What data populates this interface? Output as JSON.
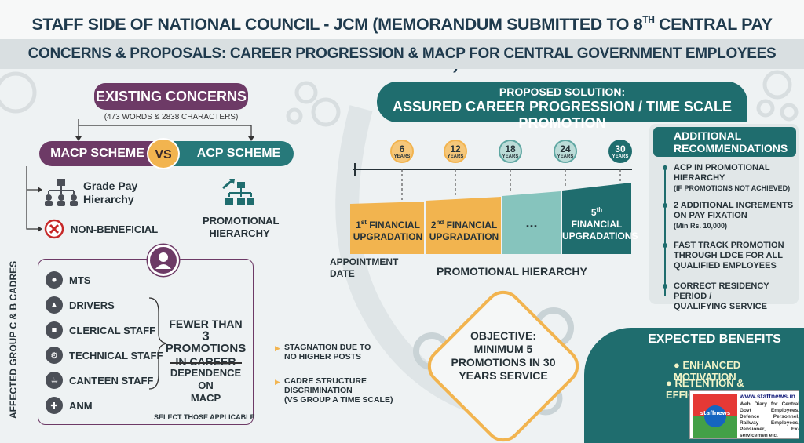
{
  "header": {
    "title_main": "STAFF SIDE OF NATIONAL COUNCIL - JCM (MEMORANDUM SUBMITTED TO 8",
    "title_sup": "TH",
    "title_end": " CENTRAL PAY COMMISSION)",
    "subtitle": "CONCERNS & PROPOSALS: CAREER PROGRESSION & MACP FOR CENTRAL GOVERNMENT EMPLOYEES"
  },
  "concerns": {
    "title": "EXISTING CONCERNS",
    "count": "(473 WORDS & 2838 CHARACTERS)",
    "macp": "MACP SCHEME",
    "vs": "VS",
    "acp": "ACP SCHEME",
    "grade_pay_1": "Grade Pay",
    "grade_pay_2": "Hierarchy",
    "non_beneficial": "NON-BENEFICIAL",
    "promotional_1": "PROMOTIONAL",
    "promotional_2": "HIERARCHY"
  },
  "affected": {
    "label": "AFFECTED GROUP C & B CADRES",
    "cadres": [
      "MTS",
      "DRIVERS",
      "CLERICAL STAFF",
      "TECHNICAL STAFF",
      "CANTEEN STAFF",
      "ANM"
    ],
    "fewer_1": "FEWER THAN",
    "fewer_num": "3",
    "fewer_2": "PROMOTIONS",
    "fewer_3": "IN CAREER",
    "depend_1": "DEPENDENCE ON",
    "depend_2": "MACP",
    "select": "SELECT THOSE APPLICABLE"
  },
  "issues": {
    "stagnation_1": "STAGNATION DUE TO",
    "stagnation_2": "NO HIGHER POSTS",
    "cadre_1": "CADRE STRUCTURE",
    "cadre_2": "DISCRIMINATION",
    "cadre_3": "(VS GROUP A TIME SCALE)"
  },
  "proposed": {
    "line1": "PROPOSED SOLUTION:",
    "line2": "ASSURED CAREER PROGRESSION / TIME SCALE PROMOTION",
    "years": [
      {
        "n": "6",
        "unit": "YEARS"
      },
      {
        "n": "12",
        "unit": "YEARS"
      },
      {
        "n": "18",
        "unit": "YEARS"
      },
      {
        "n": "24",
        "unit": "YEARS"
      },
      {
        "n": "30",
        "unit": "YEARS"
      }
    ],
    "step1_num": "1",
    "step1_sup": "st",
    "step1_a": " FINANCIAL",
    "step1_b": "UPGRADATION",
    "step2_num": "2",
    "step2_sup": "nd",
    "step2_a": " FINANCIAL",
    "step2_b": "UPGRADATION",
    "step3": "...",
    "step4_num": "5",
    "step4_sup": "th",
    "step4_a": "FINANCIAL",
    "step4_b": "UPGRADATIONS",
    "appointment_1": "APPOINTMENT",
    "appointment_2": "DATE",
    "promotional_hierarchy": "PROMOTIONAL HIERARCHY"
  },
  "recommendations": {
    "title_1": "ADDITIONAL",
    "title_2": "RECOMMENDATIONS",
    "r1_a": "ACP IN PROMOTIONAL",
    "r1_b": "HIERARCHY",
    "r1_sub": "(IF PROMOTIONS NOT ACHIEVED)",
    "r2_a": "2 ADDITIONAL INCREMENTS",
    "r2_b": "ON PAY FIXATION",
    "r2_sub": "(Min Rs. 10,000)",
    "r3_a": "FAST TRACK PROMOTION",
    "r3_b": "THROUGH LDCE FOR ALL",
    "r3_c": "QUALIFIED EMPLOYEES",
    "r4_a": "CORRECT RESIDENCY PERIOD /",
    "r4_b": "QUALIFYING SERVICE"
  },
  "objective": {
    "l1": "OBJECTIVE:",
    "l2": "MINIMUM 5",
    "l3": "PROMOTIONS IN 30",
    "l4": "YEARS SERVICE"
  },
  "benefits": {
    "title": "EXPECTED BENEFITS",
    "b1": "ENHANCED MOTIVATION",
    "b2": "RETENTION & EFFICIENCY"
  },
  "watermark": {
    "logo_text": "staffnews",
    "url": "www.staffnews.in",
    "desc": "Web Diary for Central Govt Employees, Defence Personnel, Railway Employees, Pensioner, Ex-servicemen etc."
  },
  "colors": {
    "purple": "#6d3a66",
    "teal": "#1f6d6e",
    "gold": "#f2b44f",
    "light_teal": "#5fa7a2"
  }
}
